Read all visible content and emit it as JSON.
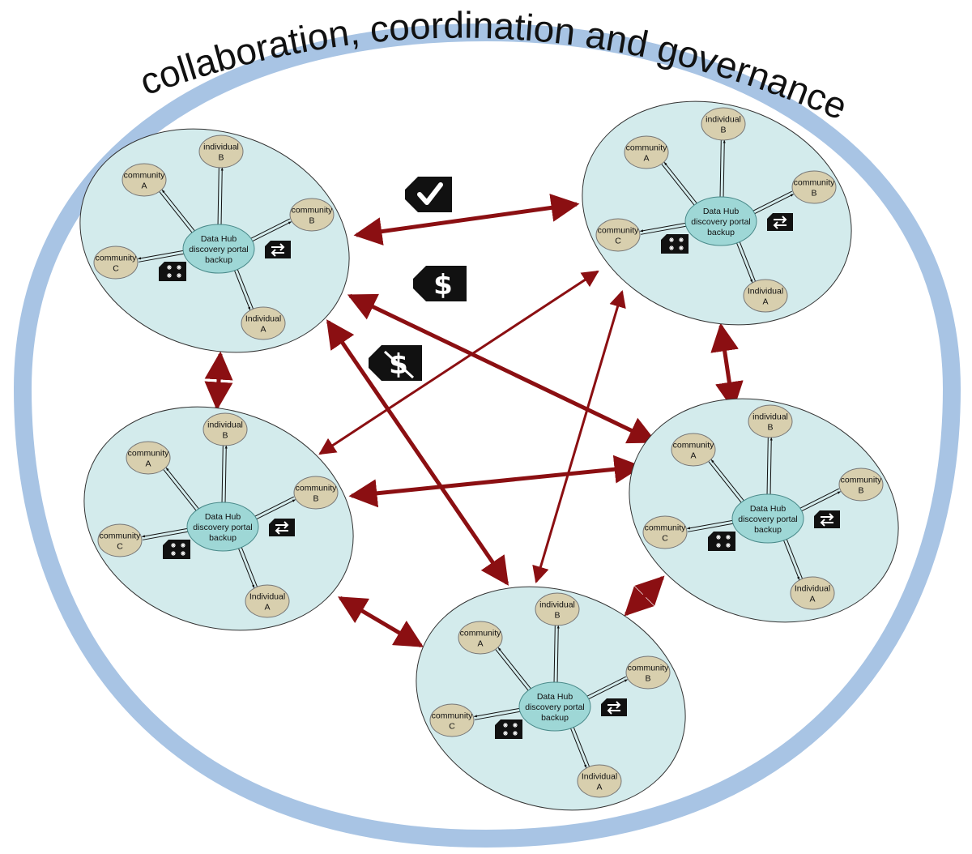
{
  "title": "collaboration, coordination and governance",
  "colors": {
    "ring": "#a8c4e4",
    "cluster_fill": "#d3ebec",
    "hub_fill": "#9ed7d6",
    "node_fill": "#d8cfae",
    "link": "#8b0f12",
    "badge": "#111111"
  },
  "icons": {
    "agreement": "check-tag-icon",
    "paid": "dollar-tag-icon",
    "free": "no-dollar-tag-icon",
    "exchange": "exchange-tag-icon",
    "data": "data-grid-tag-icon"
  },
  "hub": {
    "line1": "Data Hub",
    "line2": "discovery portal",
    "line3": "backup"
  },
  "nodes": {
    "community_a": [
      "community",
      "A"
    ],
    "individual_b": [
      "individual",
      "B"
    ],
    "community_b": [
      "community",
      "B"
    ],
    "community_c": [
      "community",
      "C"
    ],
    "individual_a": [
      "Individual",
      "A"
    ]
  },
  "clusters": [
    {
      "id": "top-left"
    },
    {
      "id": "top-right"
    },
    {
      "id": "middle-left"
    },
    {
      "id": "middle-right"
    },
    {
      "id": "bottom"
    }
  ],
  "links": [
    {
      "from": "top-left",
      "to": "top-right"
    },
    {
      "from": "top-left",
      "to": "middle-right"
    },
    {
      "from": "top-left",
      "to": "bottom"
    },
    {
      "from": "top-left",
      "to": "middle-left"
    },
    {
      "from": "top-right",
      "to": "middle-left"
    },
    {
      "from": "top-right",
      "to": "bottom"
    },
    {
      "from": "top-right",
      "to": "middle-right"
    },
    {
      "from": "middle-left",
      "to": "middle-right"
    },
    {
      "from": "middle-left",
      "to": "bottom"
    },
    {
      "from": "middle-right",
      "to": "bottom"
    }
  ]
}
